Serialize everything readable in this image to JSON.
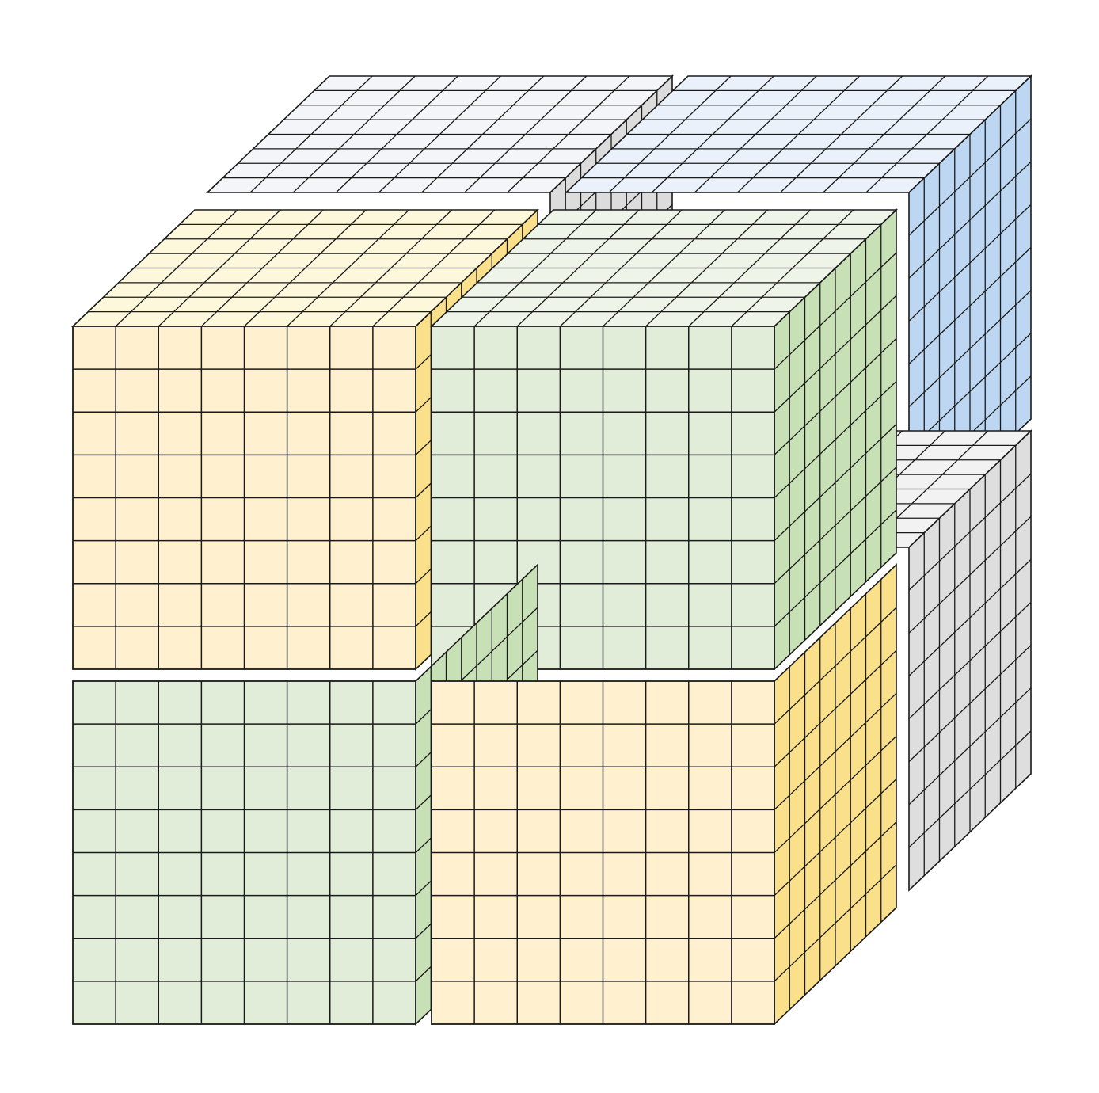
{
  "diagram": {
    "grid_divisions": 8,
    "blocks": [
      {
        "id": "back-top-left",
        "position": "back-top-left",
        "front": "#eef0f3",
        "top": "#f3f5f8",
        "side": "#dcdcdc",
        "visible_faces": [
          "top",
          "right"
        ]
      },
      {
        "id": "back-top-right",
        "position": "back-top-right",
        "front": "#e6eef8",
        "top": "#eaf1fb",
        "side": "#bdd7f2",
        "visible_faces": [
          "top",
          "right"
        ]
      },
      {
        "id": "back-bottom-right",
        "position": "back-bottom-right",
        "front": "#eeeeee",
        "top": "#f2f2f2",
        "side": "#dedede",
        "visible_faces": [
          "top",
          "right"
        ]
      },
      {
        "id": "front-top-left",
        "position": "front-top-left",
        "front": "#fff0cf",
        "top": "#fdf7db",
        "side": "#fbe08c",
        "visible_faces": [
          "front",
          "top",
          "right"
        ]
      },
      {
        "id": "front-top-right",
        "position": "front-top-right",
        "front": "#e1ecd9",
        "top": "#eef4e8",
        "side": "#c8e0b6",
        "visible_faces": [
          "front",
          "top",
          "right"
        ]
      },
      {
        "id": "front-bottom-left",
        "position": "front-bottom-left",
        "front": "#e1ecd9",
        "top": "#eef4e8",
        "side": "#c8e0b6",
        "visible_faces": [
          "front",
          "right"
        ]
      },
      {
        "id": "front-bottom-right",
        "position": "front-bottom-right",
        "front": "#fff0cf",
        "top": "#fdf7db",
        "side": "#fbe08c",
        "visible_faces": [
          "front",
          "right"
        ]
      }
    ],
    "stroke_color": "#1a1a1a"
  }
}
